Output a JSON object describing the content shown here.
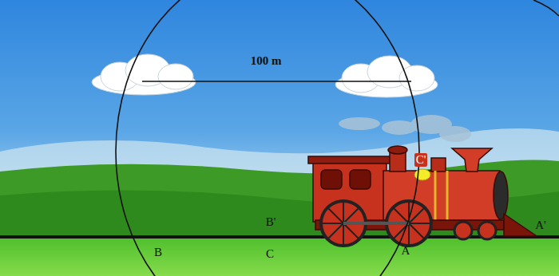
{
  "diagram": {
    "labels": [
      "100 m",
      "B",
      "C",
      "A",
      "B'",
      "C'",
      "A'"
    ]
  }
}
